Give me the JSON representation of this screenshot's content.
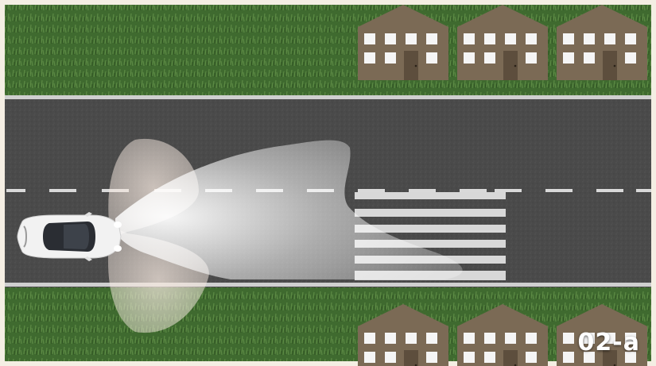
{
  "figure_label": "02-a",
  "colors": {
    "frame": "#f4eee3",
    "grass": "#3f6a2f",
    "road": "#4a4a4a",
    "road_edge": "#cfcfcf",
    "lane_marking": "#d9d9d9",
    "crosswalk": "#d8d8d8",
    "house": "#7b6a55",
    "window": "#f5f5f5",
    "door": "#5d4e3d",
    "car_body": "#f2f2f2",
    "light_beam": "#ffffff"
  },
  "scene": {
    "houses_top_count": 3,
    "houses_bottom_count": 3,
    "crosswalk_stripes": 6,
    "car_icon": "car-icon-top-view",
    "headlight_pattern": "adaptive-low-beam-with-side-cornering-lights"
  }
}
